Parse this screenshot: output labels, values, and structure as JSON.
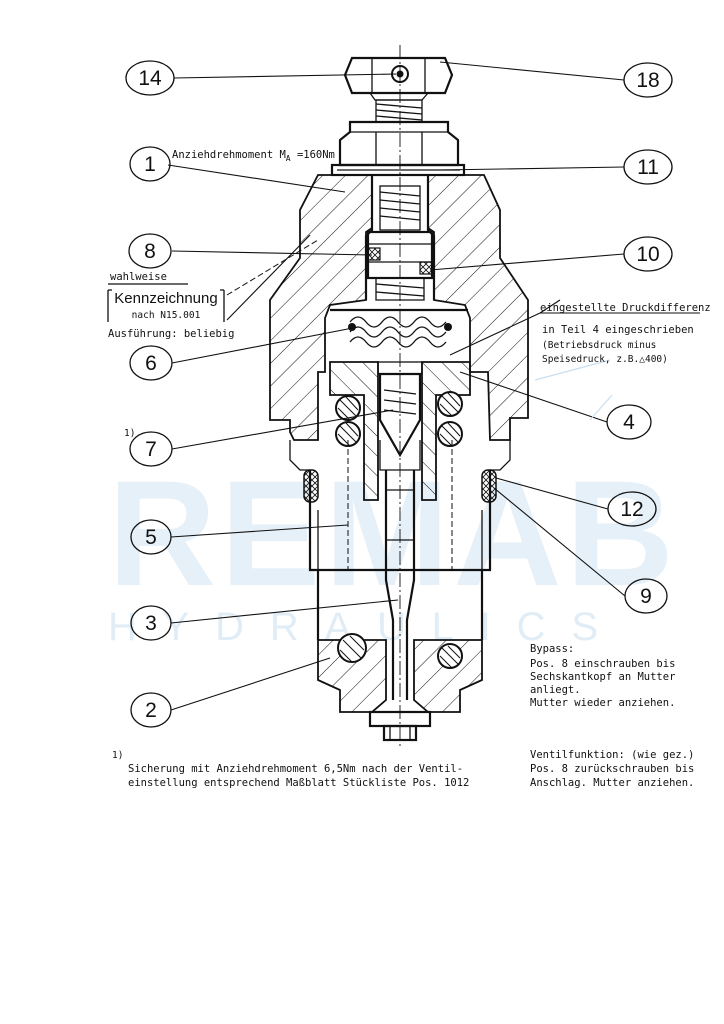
{
  "watermark": {
    "main": "REMAB",
    "sub": "HYDRAULICS",
    "color": "#c9dff0"
  },
  "callouts": {
    "c1": "1",
    "c2": "2",
    "c3": "3",
    "c4": "4",
    "c5": "5",
    "c6": "6",
    "c7": "7",
    "c8": "8",
    "c9": "9",
    "c10": "10",
    "c11": "11",
    "c12": "12",
    "c14": "14",
    "c18": "18"
  },
  "torque_label": {
    "prefix": "Anziehdrehmoment  M",
    "subscript": "A",
    "value": " =160Nm"
  },
  "optional_marking": {
    "optional": "wahlweise",
    "marking": "Kennzeichnung",
    "ref": "nach N15.001",
    "version": "Ausführung: beliebig"
  },
  "pressure_note": {
    "title": "eingestellte Druckdifferenz",
    "line1": "in Teil 4 eingeschrieben",
    "line2": "(Betriebsdruck minus",
    "line3": "Speisedruck, z.B.",
    "triangle": "△",
    "value": "400)"
  },
  "footnote_marker": "1)",
  "bypass": {
    "title": "Bypass:",
    "line1": "Pos. 8 einschrauben bis",
    "line2": "Sechskantkopf an Mutter",
    "line3": "anliegt.",
    "line4": "Mutter wieder anziehen."
  },
  "footnote": {
    "marker": "1)",
    "line1": "Sicherung mit Anziehdrehmoment 6,5Nm nach der Ventil-",
    "line2": "einstellung entsprechend Maßblatt Stückliste Pos. 1012"
  },
  "valve_function": {
    "line1": "Ventilfunktion: (wie gez.)",
    "line2": "Pos. 8 zurückschrauben bis",
    "line3": "Anschlag. Mutter anziehen."
  }
}
